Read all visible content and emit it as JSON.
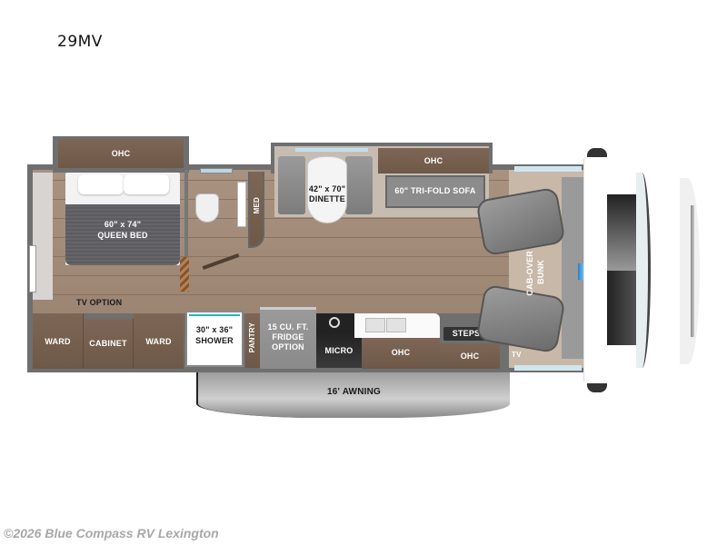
{
  "model": {
    "name": "29MV"
  },
  "floorplan": {
    "bedroom": {
      "ohc_label": "OHC",
      "bed_size": "60\" x 74\"",
      "bed_label": "QUEEN BED",
      "tv_option": "TV OPTION",
      "ward_left": "WARD",
      "cabinet": "CABINET",
      "ward_right": "WARD"
    },
    "bath": {
      "med_label": "MED",
      "shower_size": "30\" x 36\"",
      "shower_label": "SHOWER"
    },
    "living": {
      "dinette_size": "42\" x 70\"",
      "dinette_label": "DINETTE",
      "sofa_ohc": "OHC",
      "sofa_label": "60\" TRI-FOLD SOFA"
    },
    "kitchen": {
      "pantry": "PANTRY",
      "fridge_line1": "15 CU. FT.",
      "fridge_line2": "FRIDGE",
      "fridge_line3": "OPTION",
      "micro": "MICRO",
      "ohc_galley": "OHC",
      "steps": "STEPS",
      "ohc_entry": "OHC"
    },
    "cab": {
      "bunk_line1": "CAB-OVER",
      "bunk_line2": "BUNK",
      "tv": "TV"
    },
    "awning": {
      "label": "16' AWNING"
    }
  },
  "footer": {
    "credit": "©2026 Blue Compass RV Lexington"
  },
  "colors": {
    "wood_floor": "#a48c79",
    "cabinet_wood": "#745e4e",
    "wall": "#6f6f6f",
    "cab_floor": "#c8b8a8",
    "awning": "#b5b5b5"
  }
}
